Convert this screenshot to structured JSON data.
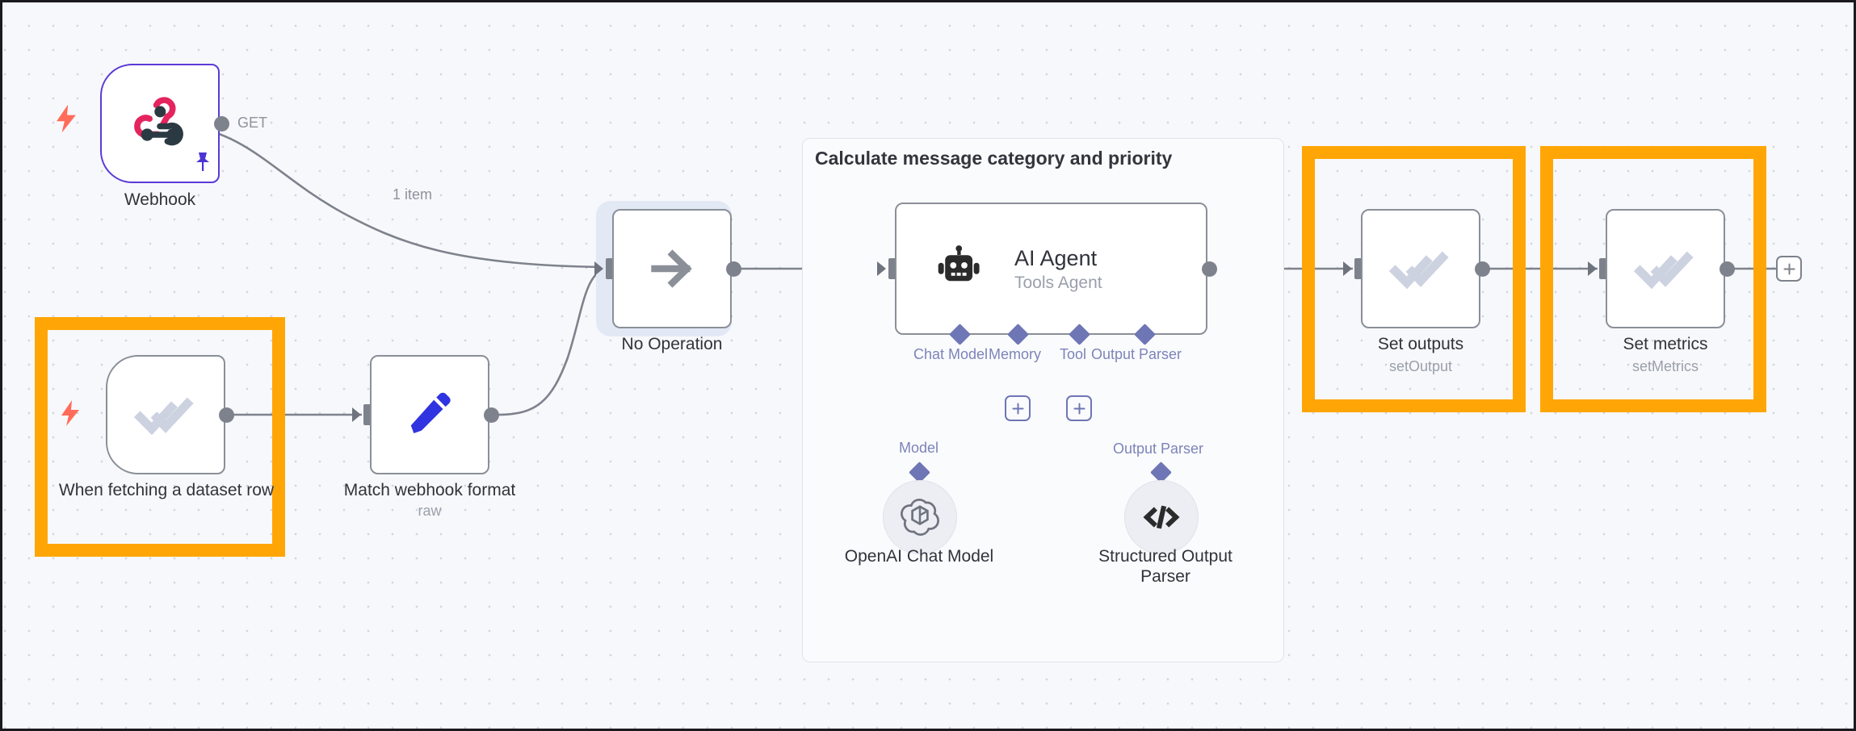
{
  "canvas": {
    "title": "n8n workflow canvas",
    "background_color": "#f7f8fb",
    "grid": "dot-grid",
    "highlight_color": "#FFA606",
    "accent_purple": "#6e76b5",
    "webhook_border_color": "#5b3ad6"
  },
  "group": {
    "title": "Calculate message category and priority"
  },
  "nodes": [
    {
      "id": "webhook",
      "label": "Webhook",
      "sublabel": "",
      "icon": "webhook-icon",
      "kind": "trigger",
      "has_bolt": true,
      "has_pin": true,
      "highlighted": false
    },
    {
      "id": "when-fetching-dataset-row",
      "label": "When fetching a dataset row",
      "sublabel": "",
      "icon": "double-check-icon",
      "kind": "trigger",
      "has_bolt": true,
      "has_pin": false,
      "highlighted": true
    },
    {
      "id": "match-webhook-format",
      "label": "Match webhook format",
      "sublabel": "raw",
      "icon": "pencil-icon",
      "kind": "action",
      "has_bolt": false,
      "has_pin": false,
      "highlighted": false
    },
    {
      "id": "no-operation",
      "label": "No Operation",
      "sublabel": "",
      "icon": "arrow-right-icon",
      "kind": "action",
      "has_bolt": false,
      "has_pin": false,
      "highlighted": false,
      "selected": true
    },
    {
      "id": "ai-agent",
      "label": "AI Agent",
      "sublabel": "Tools Agent",
      "icon": "robot-icon",
      "kind": "agent",
      "has_bolt": false,
      "has_pin": false,
      "highlighted": false
    },
    {
      "id": "set-outputs",
      "label": "Set outputs",
      "sublabel": "setOutput",
      "icon": "double-check-icon",
      "kind": "action",
      "has_bolt": false,
      "has_pin": false,
      "highlighted": true
    },
    {
      "id": "set-metrics",
      "label": "Set metrics",
      "sublabel": "setMetrics",
      "icon": "double-check-icon",
      "kind": "action",
      "has_bolt": false,
      "has_pin": false,
      "highlighted": true
    },
    {
      "id": "openai-chat-model",
      "label": "OpenAI Chat Model",
      "sublabel": "",
      "icon": "openai-icon",
      "kind": "sub-node",
      "has_bolt": false,
      "has_pin": false,
      "highlighted": false
    },
    {
      "id": "structured-output-parser",
      "label": "Structured Output Parser",
      "sublabel": "",
      "icon": "code-brackets-icon",
      "kind": "sub-node",
      "has_bolt": false,
      "has_pin": false,
      "highlighted": false
    }
  ],
  "agent_ports": [
    {
      "id": "chat-model",
      "label": "Chat Model",
      "connected": true
    },
    {
      "id": "memory",
      "label": "Memory",
      "connected": false
    },
    {
      "id": "tool",
      "label": "Tool",
      "connected": false
    },
    {
      "id": "output-parser",
      "label": "Output Parser",
      "connected": true
    }
  ],
  "sub_connection_labels": [
    {
      "id": "model",
      "label": "Model"
    },
    {
      "id": "output-parser",
      "label": "Output Parser"
    }
  ],
  "connection_labels": [
    {
      "id": "get",
      "label": "GET"
    },
    {
      "id": "one-item",
      "label": "1 item"
    }
  ],
  "buttons": {
    "add_memory": "+",
    "add_tool": "+",
    "add_next_node": "+"
  }
}
